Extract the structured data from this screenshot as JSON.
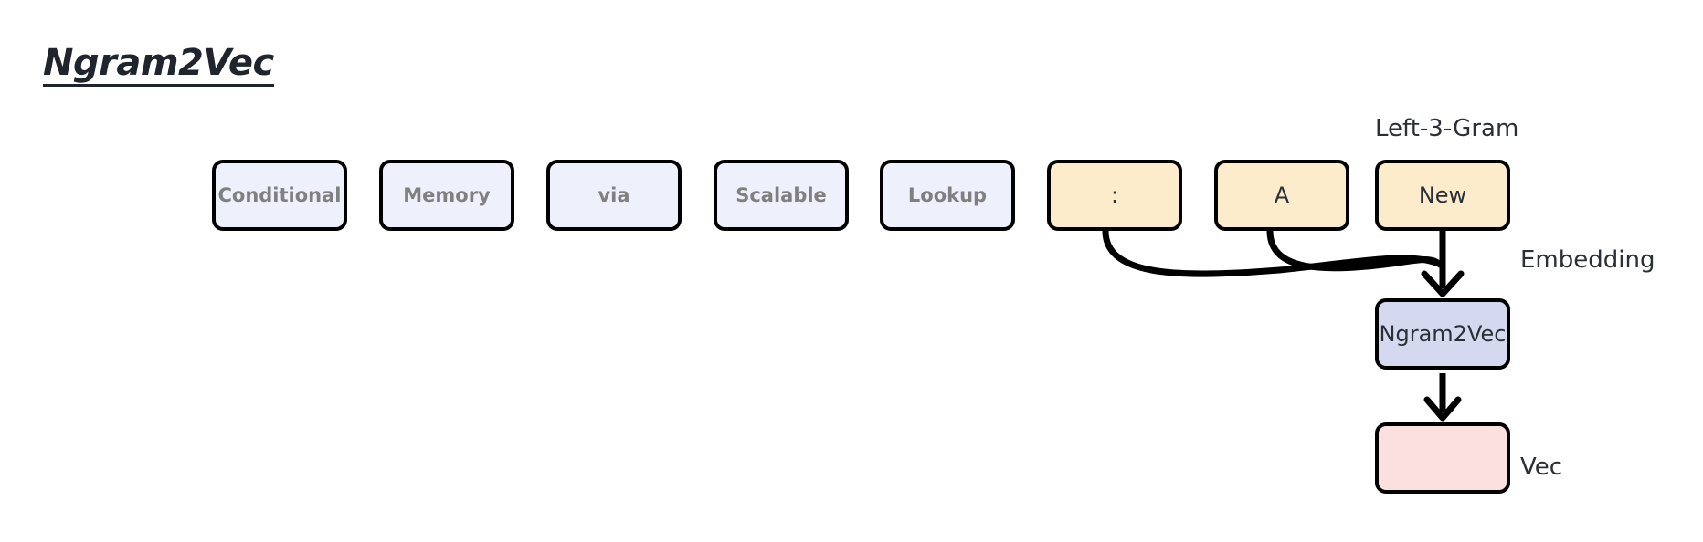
{
  "figure": {
    "title": "Ngram2Vec",
    "background_color": "#ffffff",
    "stroke_color": "#000000"
  },
  "palette": {
    "token_fill": "#eef1fb",
    "token_text": "#808080",
    "gram_fill": "#fceccb",
    "embed_fill": "#d5d9f0",
    "vec_fill": "#fce0e0",
    "label_text": "#2b2f36"
  },
  "sequence": {
    "tokens": [
      {
        "label": "Conditional",
        "kind": "token"
      },
      {
        "label": "Memory",
        "kind": "token"
      },
      {
        "label": "via",
        "kind": "token"
      },
      {
        "label": "Scalable",
        "kind": "token"
      },
      {
        "label": "Lookup",
        "kind": "token"
      },
      {
        "label": ":",
        "kind": "gram"
      },
      {
        "label": "A",
        "kind": "gram"
      },
      {
        "label": "New",
        "kind": "gram"
      }
    ]
  },
  "annotations": {
    "left_3_gram": "Left-3-Gram",
    "embedding": "Embedding",
    "vec": "Vec"
  },
  "pipeline": {
    "model_box": "Ngram2Vec",
    "output_box": ""
  }
}
